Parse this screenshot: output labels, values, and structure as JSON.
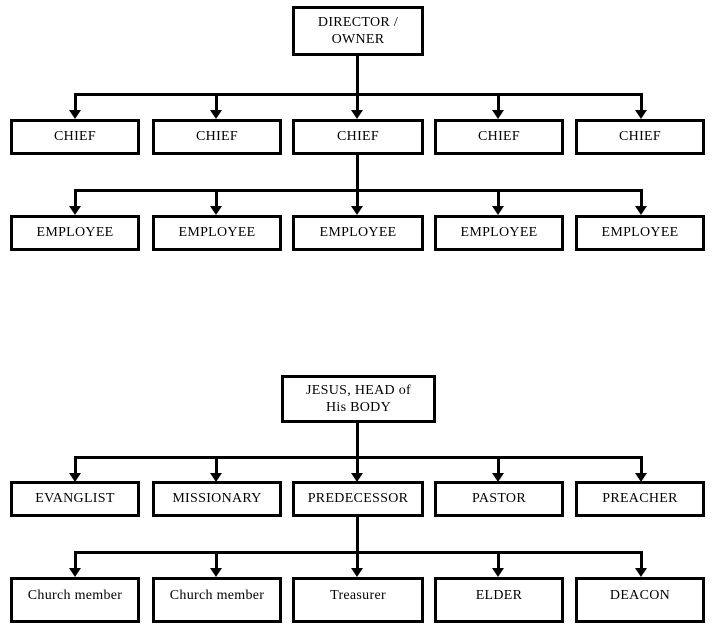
{
  "page": {
    "background_color": "#ffffff",
    "line_color": "#000000",
    "box_border_color": "#000000",
    "box_fill_color": "#ffffff"
  },
  "charts": [
    {
      "id": "corporate",
      "root": {
        "label": "DIRECTOR / OWNER",
        "line1": "DIRECTOR /",
        "line2": "OWNER"
      },
      "tier1": [
        {
          "label": "CHIEF"
        },
        {
          "label": "CHIEF"
        },
        {
          "label": "CHIEF"
        },
        {
          "label": "CHIEF"
        },
        {
          "label": "CHIEF"
        }
      ],
      "tier2": [
        {
          "label": "EMPLOYEE"
        },
        {
          "label": "EMPLOYEE"
        },
        {
          "label": "EMPLOYEE"
        },
        {
          "label": "EMPLOYEE"
        },
        {
          "label": "EMPLOYEE"
        }
      ]
    },
    {
      "id": "church",
      "root": {
        "label": "JESUS, HEAD of His BODY",
        "line1": "JESUS, HEAD of",
        "line2": "His BODY"
      },
      "tier1": [
        {
          "label": "EVANGLIST"
        },
        {
          "label": "MISSIONARY"
        },
        {
          "label": "PREDECESSOR"
        },
        {
          "label": "PASTOR"
        },
        {
          "label": "PREACHER"
        }
      ],
      "tier2": [
        {
          "label": "Church member"
        },
        {
          "label": "Church member"
        },
        {
          "label": "Treasurer"
        },
        {
          "label": "ELDER"
        },
        {
          "label": "DEACON"
        }
      ]
    }
  ]
}
